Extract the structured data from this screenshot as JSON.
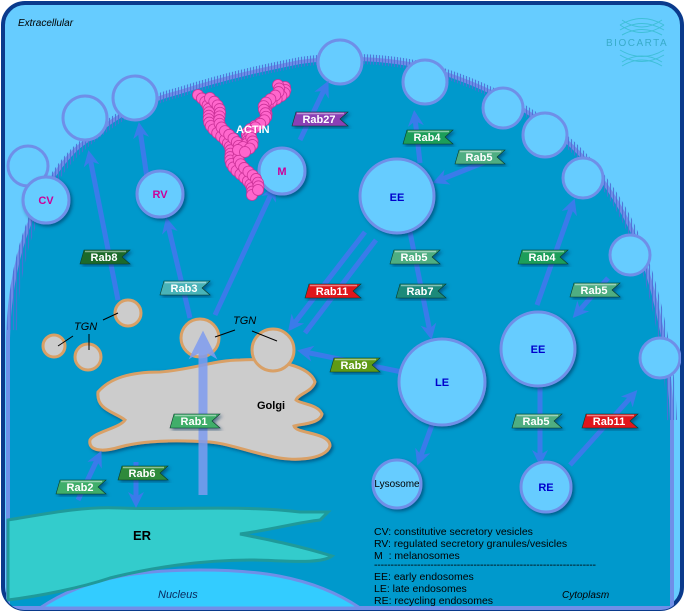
{
  "regions": {
    "extracellular": "Extracellular",
    "cytoplasm": "Cytoplasm",
    "nucleus": "Nucleus"
  },
  "logo": {
    "text": "BIOCARTA"
  },
  "organelles": {
    "cv": "CV",
    "rv": "RV",
    "m": "M",
    "ee_top": "EE",
    "ee_right": "EE",
    "le": "LE",
    "re": "RE",
    "lysosome": "Lysosome",
    "golgi": "Golgi",
    "er": "ER",
    "tgn_left": "TGN",
    "tgn_center": "TGN",
    "actin": "ACTIN"
  },
  "rabs": [
    {
      "id": "rab27",
      "label": "Rab27",
      "color": "#8a3fb5"
    },
    {
      "id": "rab4-top",
      "label": "Rab4",
      "color": "#1f9e5a"
    },
    {
      "id": "rab5-top",
      "label": "Rab5",
      "color": "#4fae82"
    },
    {
      "id": "rab8",
      "label": "Rab8",
      "color": "#1a6b2a"
    },
    {
      "id": "rab3",
      "label": "Rab3",
      "color": "#49b3b8"
    },
    {
      "id": "rab11-center",
      "label": "Rab11",
      "color": "#e0141b"
    },
    {
      "id": "rab5-mid",
      "label": "Rab5",
      "color": "#4fae82"
    },
    {
      "id": "rab7",
      "label": "Rab7",
      "color": "#1b8a7a"
    },
    {
      "id": "rab4-right",
      "label": "Rab4",
      "color": "#1f9e5a"
    },
    {
      "id": "rab5-right",
      "label": "Rab5",
      "color": "#4fae82"
    },
    {
      "id": "rab9",
      "label": "Rab9",
      "color": "#5f9a18"
    },
    {
      "id": "rab1",
      "label": "Rab1",
      "color": "#3fae6a"
    },
    {
      "id": "rab5-lower",
      "label": "Rab5",
      "color": "#4fae82"
    },
    {
      "id": "rab11-right",
      "label": "Rab11",
      "color": "#e0141b"
    },
    {
      "id": "rab2",
      "label": "Rab2",
      "color": "#3fae6a"
    },
    {
      "id": "rab6",
      "label": "Rab6",
      "color": "#2e8a3a"
    }
  ],
  "legend": {
    "lines_top": [
      "CV: constitutive secretory vesicles",
      "RV: regulated secretory granules/vesicles",
      "M  : melanosomes"
    ],
    "divider": "-------------------------------------------------------------------",
    "lines_bottom": [
      "EE: early endosomes",
      "LE: late endosomes",
      "RE: recycling endosomes"
    ]
  },
  "colors": {
    "extracellular": "#66ccff",
    "cytoplasm": "#0099cc",
    "membrane": "#6f8fe8",
    "frame": "#0a3a8c",
    "vesicle_fill": "#66ccff",
    "vesicle_stroke": "#6f8fe8",
    "golgi_fill": "#cccccc",
    "golgi_stroke": "#d9a066",
    "er_fill": "#33cccc",
    "nucleus_fill": "#33ccff",
    "arrow": "#3a7bea",
    "actin": "#ff66cc",
    "magenta_text": "#cc0099",
    "blue_text": "#0000cc"
  }
}
